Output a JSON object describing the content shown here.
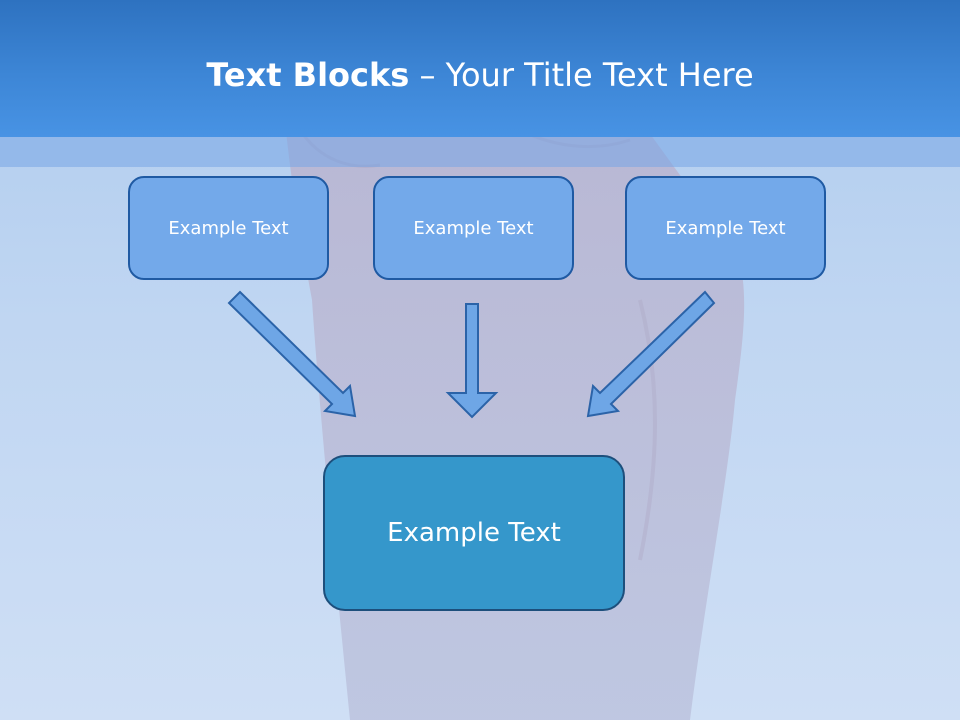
{
  "slide": {
    "title_bold": "Text Blocks",
    "title_rest": " – Your Title Text Here"
  },
  "diagram": {
    "source_boxes": [
      {
        "label": "Example Text"
      },
      {
        "label": "Example Text"
      },
      {
        "label": "Example Text"
      }
    ],
    "target_box": {
      "label": "Example Text"
    }
  },
  "colors": {
    "header": "#3d86d6",
    "small_box_fill": "#73a9ea",
    "small_box_border": "#1f5aa3",
    "big_box_fill": "#3597cb",
    "arrow_fill": "#6ea6e6",
    "arrow_stroke": "#2b63a8"
  },
  "icons": {
    "background": "hand-photo"
  }
}
